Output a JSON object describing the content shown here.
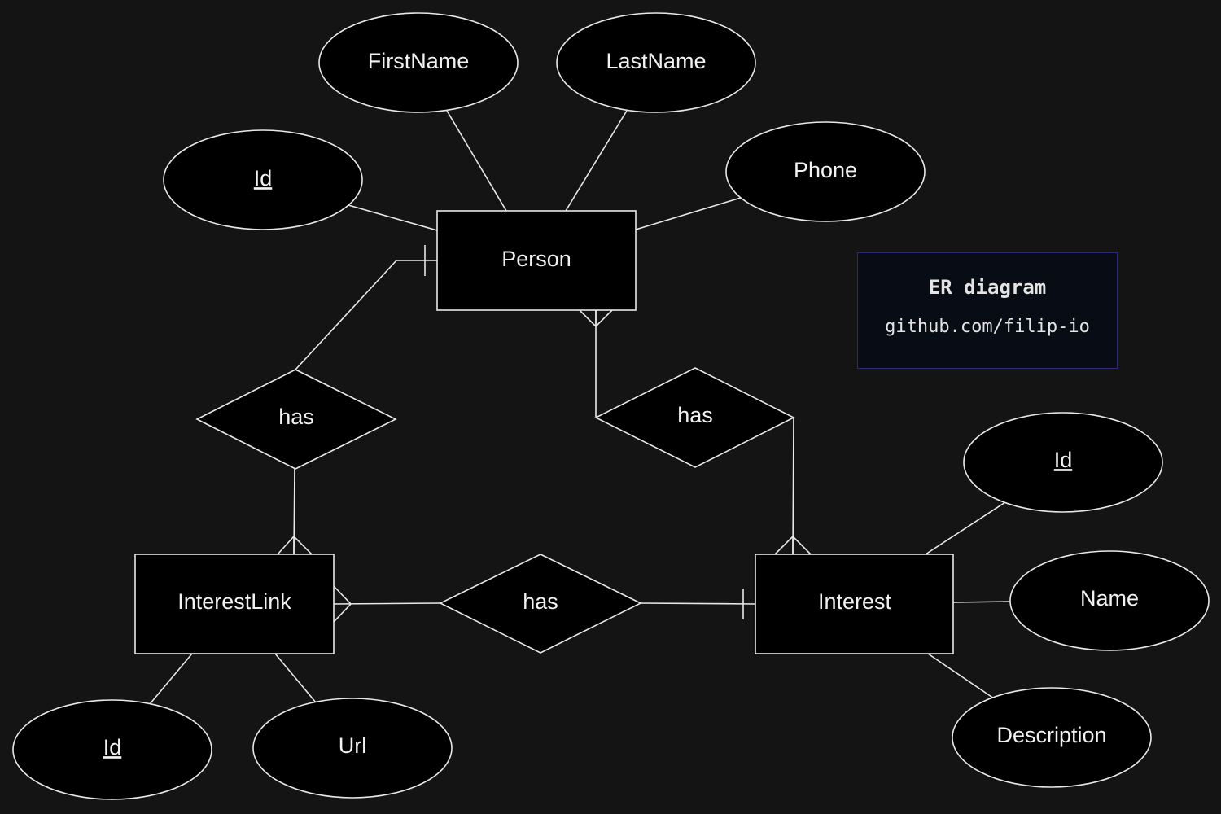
{
  "entities": {
    "person": "Person",
    "interest_link": "InterestLink",
    "interest": "Interest"
  },
  "relationships": {
    "person_interest_link": "has",
    "person_interest": "has",
    "interest_link_interest": "has"
  },
  "attributes": {
    "person": {
      "id": "Id",
      "first_name": "FirstName",
      "last_name": "LastName",
      "phone": "Phone"
    },
    "interest_link": {
      "id": "Id",
      "url": "Url"
    },
    "interest": {
      "id": "Id",
      "name": "Name",
      "description": "Description"
    }
  },
  "watermark": {
    "title": "ER diagram",
    "url": "github.com/filip-io"
  }
}
